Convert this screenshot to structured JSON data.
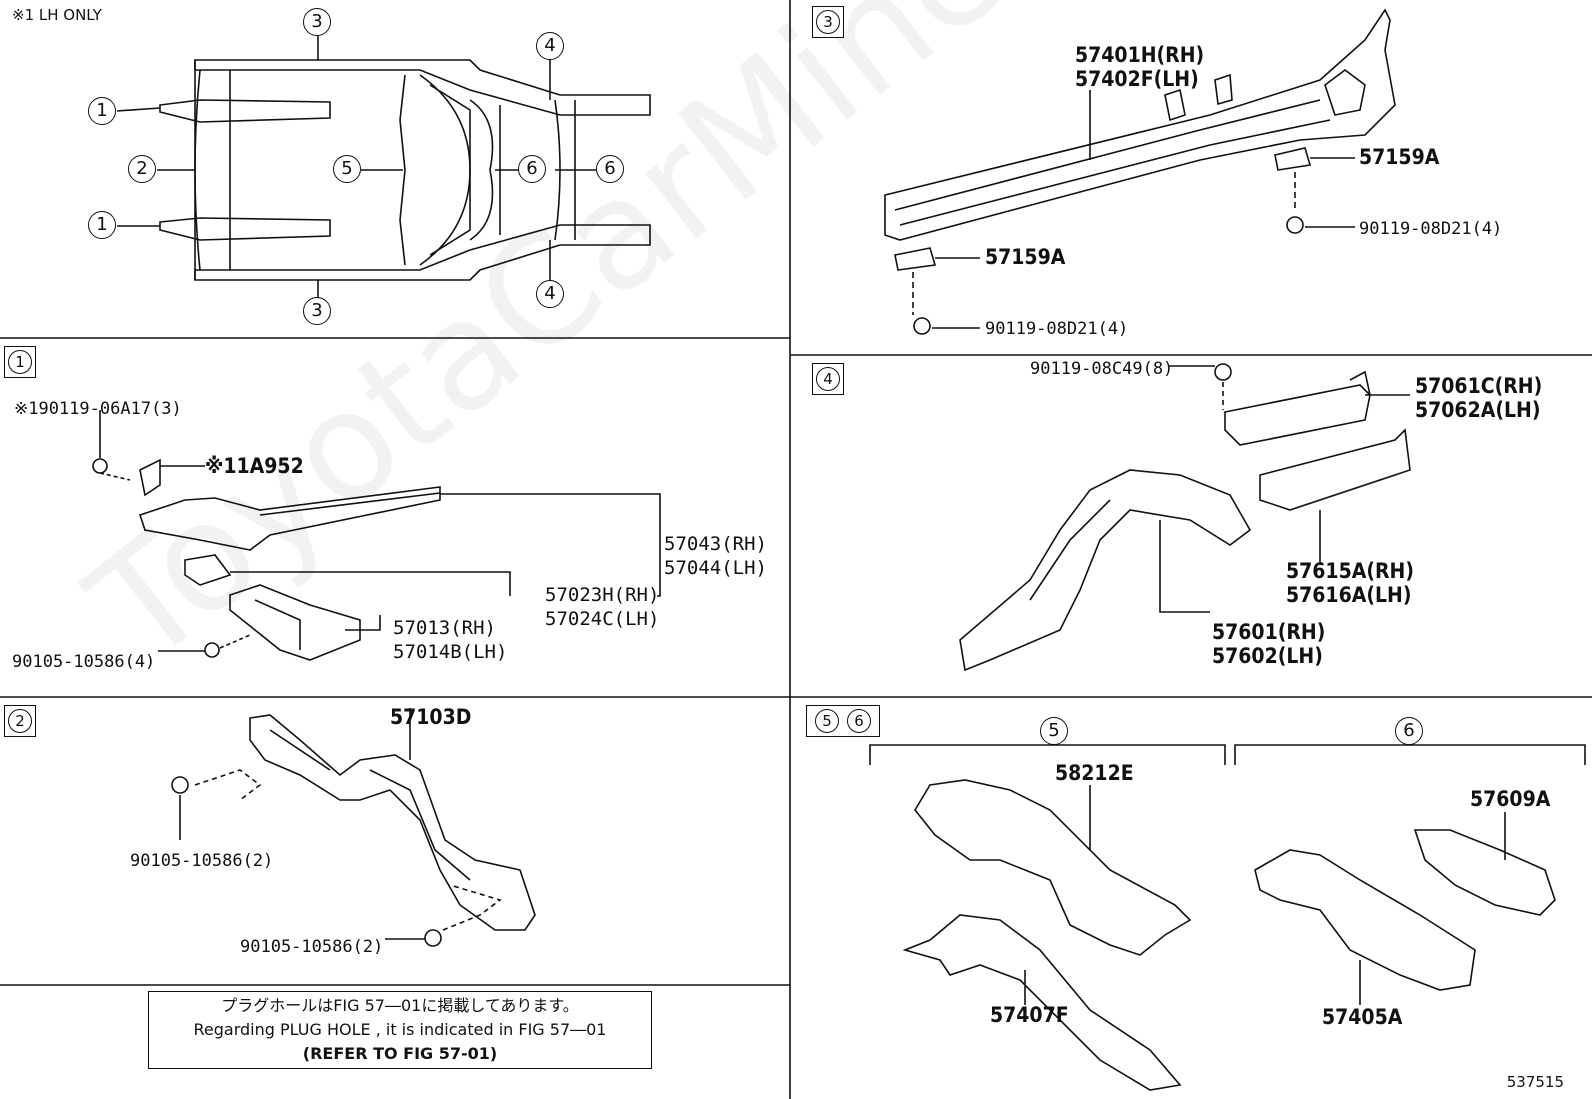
{
  "header": {
    "lh_only_note": "※1 LH ONLY"
  },
  "panel_index": {
    "p1": "1",
    "p2": "2",
    "p3": "3",
    "p4": "4",
    "p5": "5",
    "p6": "6"
  },
  "overview": {
    "callouts": {
      "c1": "1",
      "c2": "2",
      "c3": "3",
      "c4": "4",
      "c5": "5",
      "c6": "6"
    }
  },
  "panel1": {
    "bolt_top": "※190119-06A17(3)",
    "bracket": "※11A952",
    "part_a1": "57043(RH)",
    "part_a2": "57044(LH)",
    "part_b1": "57023H(RH)",
    "part_b2": "57024C(LH)",
    "part_c1": "57013(RH)",
    "part_c2": "57014B(LH)",
    "bolt_bottom": "90105-10586(4)"
  },
  "panel2": {
    "part": "57103D",
    "bolt_1": "90105-10586(2)",
    "bolt_2": "90105-10586(2)"
  },
  "panel3": {
    "part_1": "57401H(RH)",
    "part_2": "57402F(LH)",
    "pad_1": "57159A",
    "pad_2": "57159A",
    "bolt_1": "90119-08D21(4)",
    "bolt_2": "90119-08D21(4)"
  },
  "panel4": {
    "bolt": "90119-08C49(8)",
    "part_a1": "57061C(RH)",
    "part_a2": "57062A(LH)",
    "part_b1": "57615A(RH)",
    "part_b2": "57616A(LH)",
    "part_c1": "57601(RH)",
    "part_c2": "57602(LH)"
  },
  "panel56": {
    "sub_5": "5",
    "sub_6": "6",
    "part_a": "58212E",
    "part_b": "57407F",
    "part_c": "57609A",
    "part_d": "57405A"
  },
  "note": {
    "line_jp": "プラグホールはFIG 57―01に掲載してあります。",
    "line_en": "Regarding PLUG HOLE , it is indicated in FIG 57―01",
    "line_ref": "(REFER TO FIG 57-01)"
  },
  "figure_id": "537515",
  "watermark": "ToyotaCarMine.ru"
}
